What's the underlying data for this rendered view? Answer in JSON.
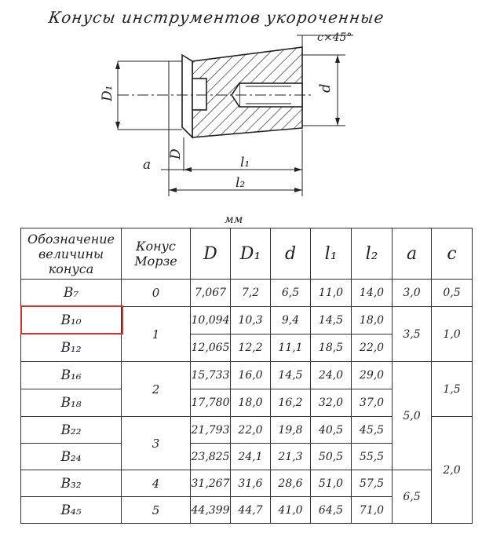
{
  "title": "Конусы инструментов укороченные",
  "drawing": {
    "labels": {
      "D1": "D₁",
      "D": "D",
      "d": "d",
      "a": "a",
      "l1": "l₁",
      "l2": "l₂",
      "chamfer": "c×45°"
    }
  },
  "unit": "мм",
  "table": {
    "headers": [
      "Обозначение величины конуса",
      "Конус Морзе",
      "D",
      "D₁",
      "d",
      "l₁",
      "l₂",
      "a",
      "c"
    ],
    "rows": [
      {
        "cone": "B₇",
        "morse": "0",
        "D": "7,067",
        "D1": "7,2",
        "d": "6,5",
        "l1": "11,0",
        "l2": "14,0",
        "a": "3,0",
        "c": "0,5"
      },
      {
        "cone": "B₁₀",
        "morse": "1",
        "D": "10,094",
        "D1": "10,3",
        "d": "9,4",
        "l1": "14,5",
        "l2": "18,0",
        "a": "3,5",
        "c": "1,0"
      },
      {
        "cone": "B₁₂",
        "D": "12,065",
        "D1": "12,2",
        "d": "11,1",
        "l1": "18,5",
        "l2": "22,0"
      },
      {
        "cone": "B₁₆",
        "morse": "2",
        "D": "15,733",
        "D1": "16,0",
        "d": "14,5",
        "l1": "24,0",
        "l2": "29,0",
        "a": "5,0",
        "c": "1,5"
      },
      {
        "cone": "B₁₈",
        "D": "17,780",
        "D1": "18,0",
        "d": "16,2",
        "l1": "32,0",
        "l2": "37,0"
      },
      {
        "cone": "B₂₂",
        "morse": "3",
        "D": "21,793",
        "D1": "22,0",
        "d": "19,8",
        "l1": "40,5",
        "l2": "45,5",
        "c": "2,0"
      },
      {
        "cone": "B₂₄",
        "D": "23,825",
        "D1": "24,1",
        "d": "21,3",
        "l1": "50,5",
        "l2": "55,5"
      },
      {
        "cone": "B₃₂",
        "morse": "4",
        "D": "31,267",
        "D1": "31,6",
        "d": "28,6",
        "l1": "51,0",
        "l2": "57,5",
        "a": "6,5"
      },
      {
        "cone": "B₄₅",
        "morse": "5",
        "D": "44,399",
        "D1": "44,7",
        "d": "41,0",
        "l1": "64,5",
        "l2": "71,0"
      }
    ]
  },
  "colors": {
    "ink": "#222222",
    "highlight": "#d9302b"
  }
}
